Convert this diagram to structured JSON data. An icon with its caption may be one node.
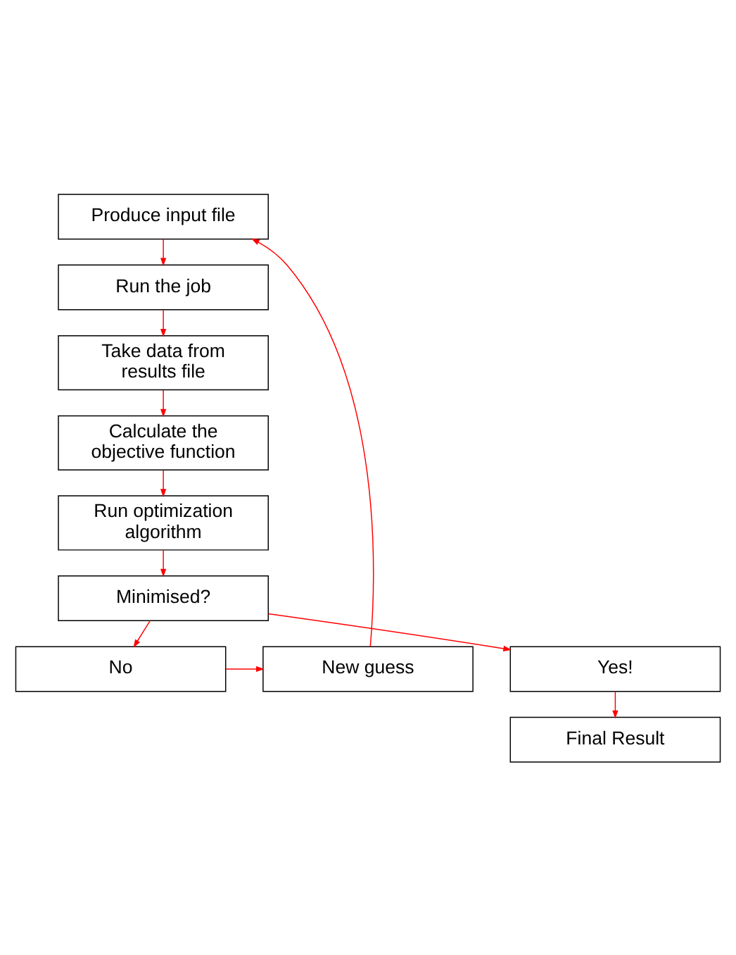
{
  "diagram": {
    "nodes": [
      {
        "text": [
          "Produce input file"
        ]
      },
      {
        "text": [
          "Run the job"
        ]
      },
      {
        "text": [
          "Take data from results file"
        ]
      },
      {
        "text": [
          "Calculate the objective function"
        ]
      },
      {
        "text": [
          "Run optimization algorithm"
        ]
      },
      {
        "text": [
          "Minimised?"
        ]
      },
      {
        "text": [
          "No"
        ]
      },
      {
        "text": [
          "Yes!"
        ]
      },
      {
        "text": [
          "Final Result"
        ]
      },
      {
        "text": [
          "New guess"
        ]
      }
    ],
    "edges": [
      {
        "from": 0,
        "to": 1,
        "arrow": "to"
      },
      {
        "from": 1,
        "to": 2,
        "arrow": "to"
      },
      {
        "from": 2,
        "to": 3,
        "arrow": "to"
      },
      {
        "from": 3,
        "to": 4,
        "arrow": "to"
      },
      {
        "from": 4,
        "to": 5,
        "arrow": "to"
      },
      {
        "from": 5,
        "to": 6,
        "arrow": "to"
      },
      {
        "from": 5,
        "to": 7,
        "arrow": "to"
      },
      {
        "from": 7,
        "to": 8,
        "arrow": "to"
      },
      {
        "from": 6,
        "to": 9,
        "arrow": "to"
      },
      {
        "from": 9,
        "to": 0,
        "arrow": "to"
      }
    ]
  }
}
